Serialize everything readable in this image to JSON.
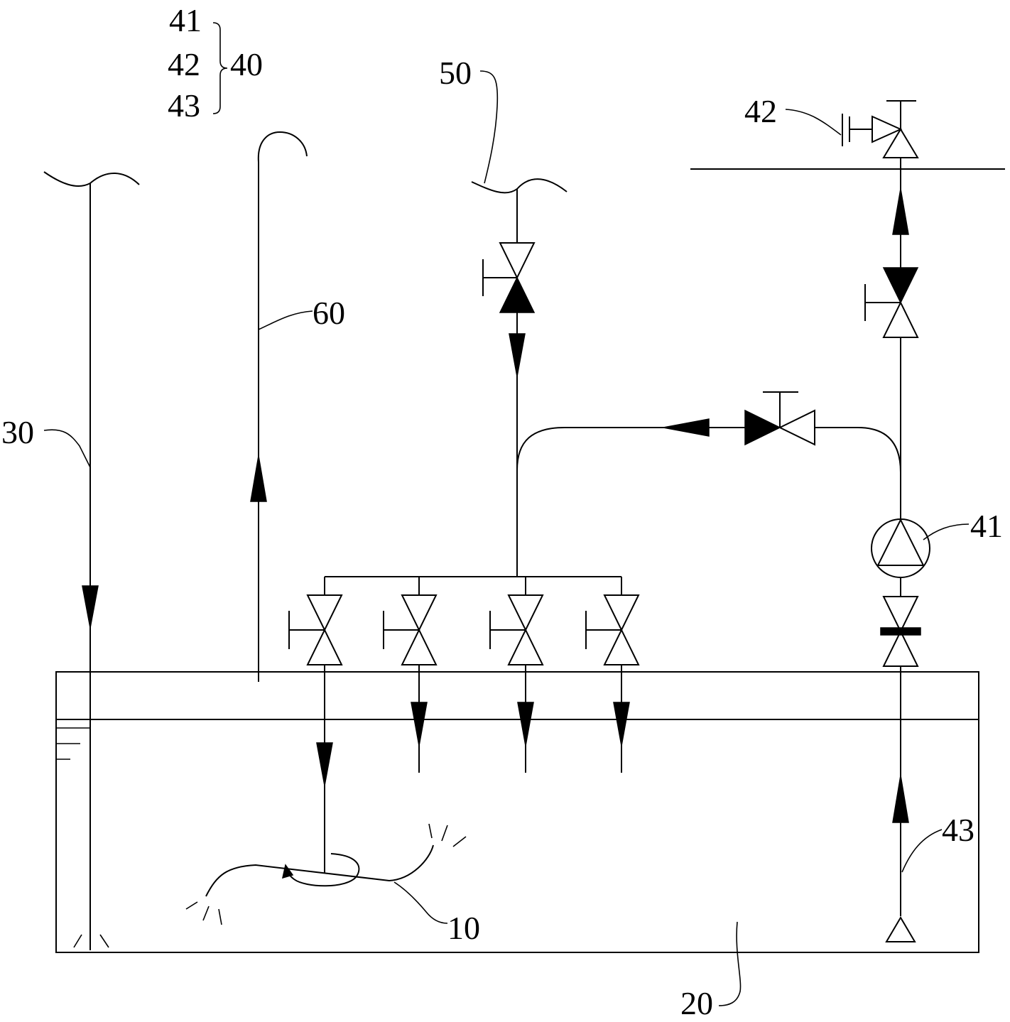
{
  "legend": {
    "items": [
      "41",
      "42",
      "43"
    ],
    "group": "40"
  },
  "labels": {
    "l10": "10",
    "l20": "20",
    "l30": "30",
    "l41": "41",
    "l42": "42",
    "l43": "43",
    "l50": "50",
    "l60": "60"
  },
  "colors": {
    "line": "#000000",
    "background": "#ffffff"
  }
}
